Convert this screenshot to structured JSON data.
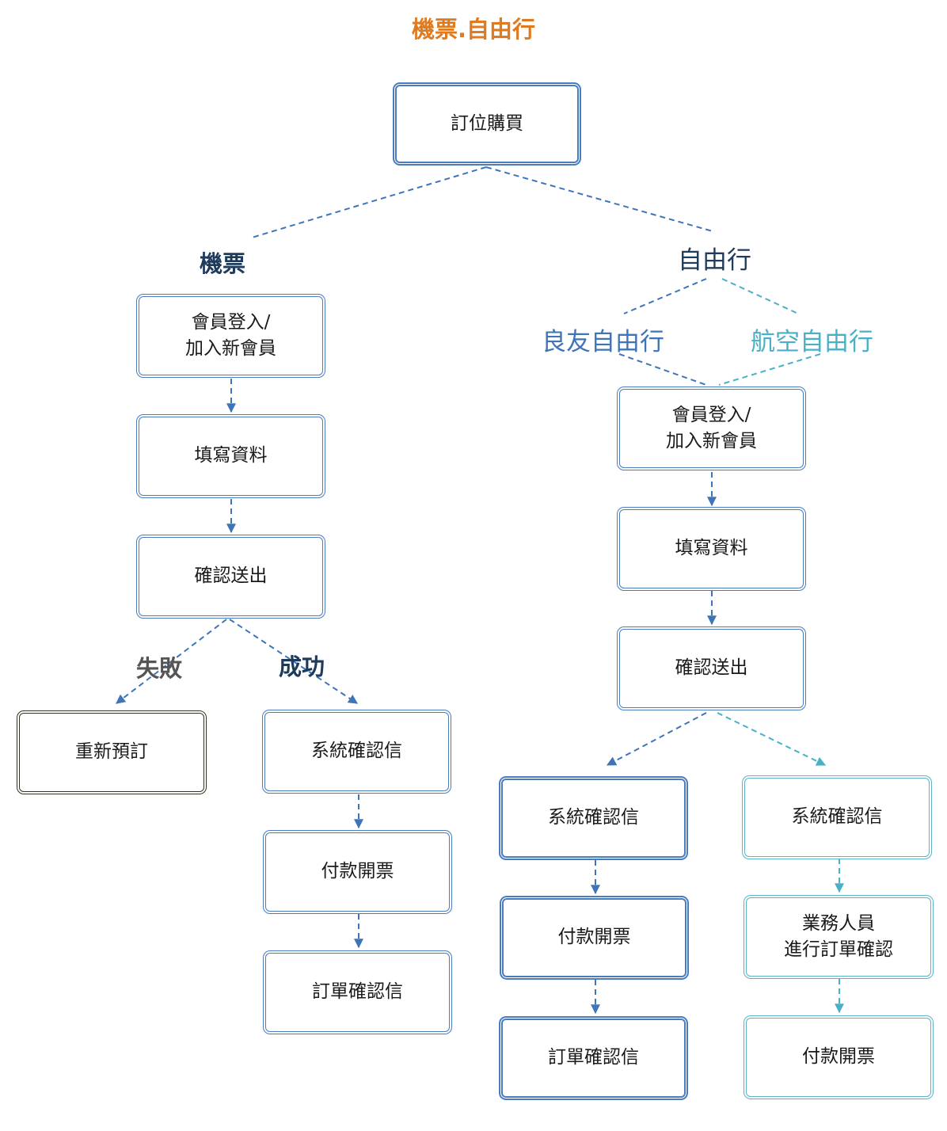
{
  "title": "機票.自由行",
  "root": "訂位購買",
  "air_ticket": {
    "label": "機票",
    "steps": [
      "會員登入/\n加入新會員",
      "填寫資料",
      "確認送出"
    ],
    "fail_label": "失敗",
    "success_label": "成功",
    "fail_box": "重新預訂",
    "success_steps": [
      "系統確認信",
      "付款開票",
      "訂單確認信"
    ]
  },
  "free_travel": {
    "label": "自由行",
    "liangyou_label": "良友自由行",
    "airline_label": "航空自由行",
    "steps": [
      "會員登入/\n加入新會員",
      "填寫資料",
      "確認送出"
    ],
    "liangyou_steps": [
      "系統確認信",
      "付款開票",
      "訂單確認信"
    ],
    "airline_steps": [
      "系統確認信",
      "業務人員\n進行訂單確認",
      "付款開票"
    ]
  },
  "colors": {
    "title": "#e07a1f",
    "dark_navy": "#1f3b5c",
    "blue": "#3f75b8",
    "teal": "#4ab0c6",
    "box_blue": "#4a7cc0",
    "box_teal": "#5ab4c8",
    "box_dark": "#33331f",
    "fail_gray": "#555555"
  }
}
